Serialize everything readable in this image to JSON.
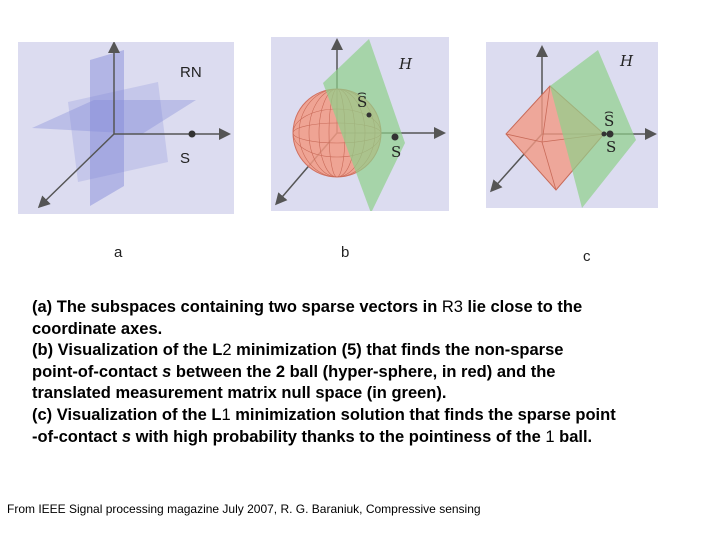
{
  "panel_a": {
    "label_rn": "RN",
    "label_s": "S",
    "letter": "a"
  },
  "panel_b": {
    "label_h": "H",
    "label_shat": "S",
    "label_s": "S",
    "letter": "b"
  },
  "panel_c": {
    "label_h": "H",
    "label_shat": "S",
    "label_s": "S",
    "letter": "c"
  },
  "caption": {
    "a_pre": "(a) The subspaces containing two sparse vectors in ",
    "a_r3": "R3",
    "a_post": " lie close to the",
    "a_line2": "coordinate axes.",
    "b_pre": "(b) Visualization of the ",
    "b_l": "L",
    "b_2": "2",
    "b_post": " minimization (5) that finds the non-sparse",
    "b_line2_pre": "point-of-contact ",
    "b_s": "s",
    "b_line2_mid": " between the 2 ball (hyper-sphere, in red) and the",
    "b_line3": "translated measurement matrix null space (in green).",
    "c_pre": "(c) Visualization of the ",
    "c_l": "L",
    "c_1": "1",
    "c_post": " minimization solution that finds the sparse point",
    "c_line2_pre": "-of-contact ",
    "c_s": "s",
    "c_line2_mid": " with high probability thanks to the pointiness of the ",
    "c_one": "1",
    "c_line2_end": " ball."
  },
  "source": "From IEEE Signal processing magazine July 2007, R. G. Baraniuk, Compressive sensing",
  "colors": {
    "panel_bg": "#dcdcf0",
    "plane_blue": "#7f86d8",
    "sphere_red": "#f29a84",
    "plane_green": "#8fd08a",
    "axis": "#555555"
  }
}
